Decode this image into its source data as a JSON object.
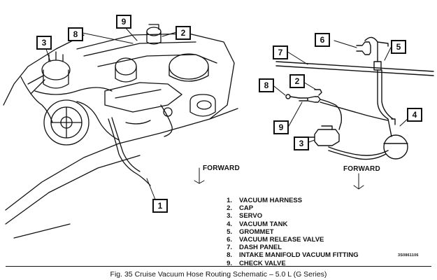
{
  "callouts": {
    "left": [
      "3",
      "8",
      "9",
      "2",
      "1"
    ],
    "right": [
      "6",
      "5",
      "7",
      "2",
      "8",
      "4",
      "9",
      "3"
    ]
  },
  "direction_labels": {
    "left": "FORWARD",
    "right": "FORWARD"
  },
  "legend": [
    {
      "num": "1.",
      "label": "VACUUM HARNESS"
    },
    {
      "num": "2.",
      "label": "CAP"
    },
    {
      "num": "3.",
      "label": "SERVO"
    },
    {
      "num": "4.",
      "label": "VACUUM TANK"
    },
    {
      "num": "5.",
      "label": "GROMMET"
    },
    {
      "num": "6.",
      "label": "VACUUM RELEASE VALVE"
    },
    {
      "num": "7.",
      "label": "DASH PANEL"
    },
    {
      "num": "8.",
      "label": "INTAKE MANIFOLD VACUUM FITTING"
    },
    {
      "num": "9.",
      "label": "CHECK VALVE"
    }
  ],
  "part_code": "3S0861106",
  "caption": "Fig. 35 Cruise Vacuum Hose Routing Schematic – 5.0 L (G Series)"
}
